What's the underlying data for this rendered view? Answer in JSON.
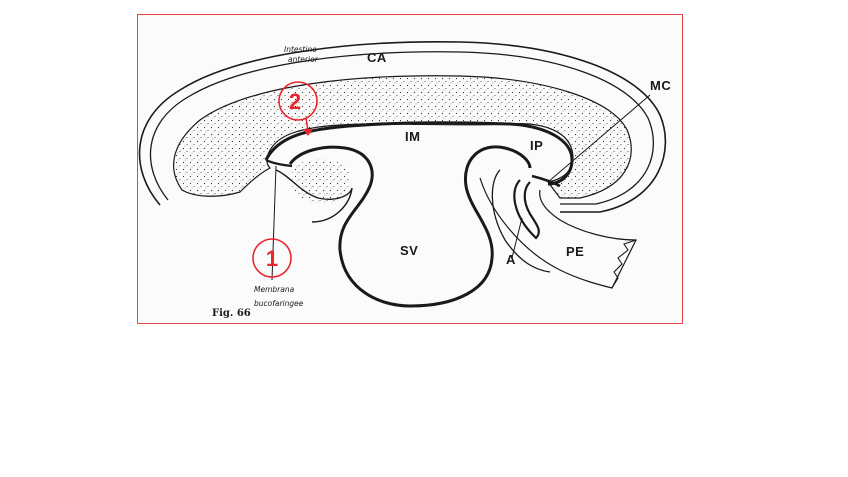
{
  "labels": {
    "ca": "CA",
    "im": "IM",
    "ip": "IP",
    "mc": "MC",
    "sv": "SV",
    "a": "A",
    "pe": "PE"
  },
  "annotations": {
    "intestino_line1": "Intestino",
    "intestino_line2": "anterior",
    "membrana_line1": "Membrana",
    "membrana_line2": "bucofaringee"
  },
  "caption": "Fig. 66",
  "markers": [
    {
      "number": "1",
      "color": "#e8262d"
    },
    {
      "number": "2",
      "color": "#e8262d"
    }
  ],
  "colors": {
    "frame": "#e8434a",
    "marker": "#e8262d",
    "ink": "#1a1a1a"
  }
}
